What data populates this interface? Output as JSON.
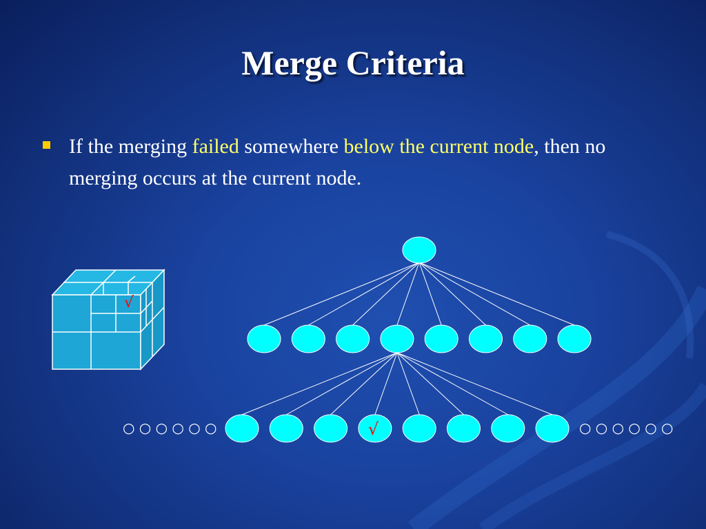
{
  "slide": {
    "title": "Merge Criteria",
    "bullet": {
      "parts": [
        {
          "text": "If  the merging ",
          "highlight": false
        },
        {
          "text": "failed",
          "highlight": true
        },
        {
          "text": " somewhere ",
          "highlight": false
        },
        {
          "text": "below the current node",
          "highlight": true
        },
        {
          "text": ", then no merging occurs at the current node.",
          "highlight": false
        }
      ]
    },
    "diagram": {
      "check_mark": "√",
      "ellipsis_left": "○ ○ ○ ○ ○ ○",
      "ellipsis_right": "○ ○ ○ ○ ○ ○",
      "level1_count": 8,
      "level2_count": 8,
      "checked_level2_index": 3,
      "node_color": "#00ffff",
      "check_color": "#ff0000"
    }
  }
}
